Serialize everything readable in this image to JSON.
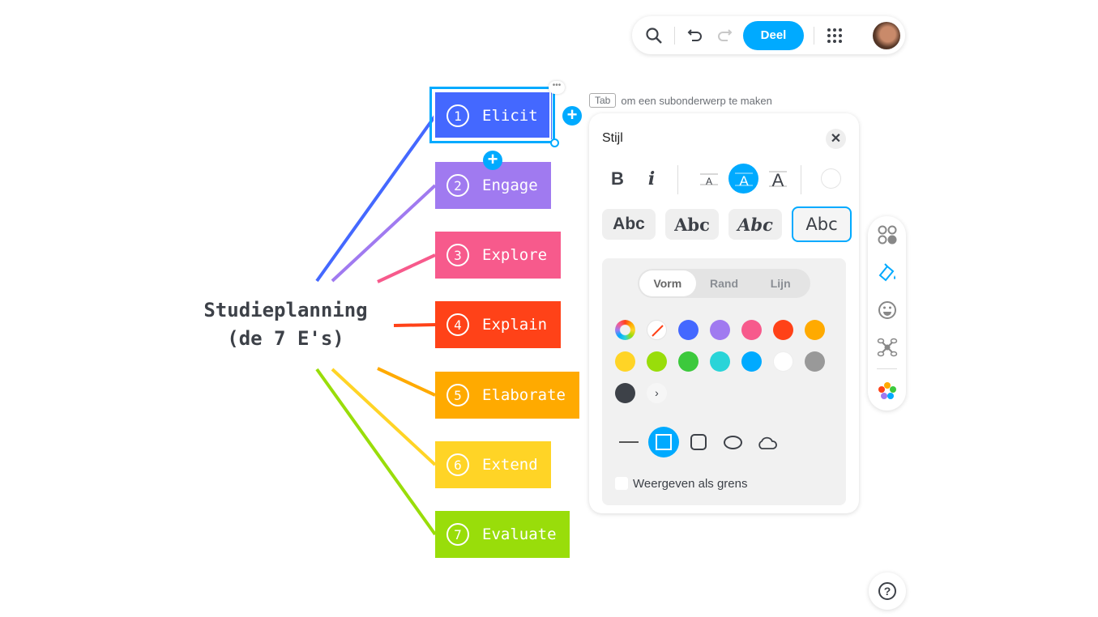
{
  "toolbar": {
    "share_label": "Deel",
    "icons": [
      "search-icon",
      "undo-icon",
      "redo-icon",
      "apps-grid-icon",
      "avatar"
    ]
  },
  "map": {
    "center": {
      "line1": "Studieplanning",
      "line2": "(de 7 E's)"
    },
    "nodes": [
      {
        "num": "1",
        "label": "Elicit",
        "color": "#4468ff"
      },
      {
        "num": "2",
        "label": "Engage",
        "color": "#a07af0"
      },
      {
        "num": "3",
        "label": "Explore",
        "color": "#f75a8c"
      },
      {
        "num": "4",
        "label": "Explain",
        "color": "#ff4218"
      },
      {
        "num": "5",
        "label": "Elaborate",
        "color": "#ffaa00"
      },
      {
        "num": "6",
        "label": "Extend",
        "color": "#ffd426"
      },
      {
        "num": "7",
        "label": "Evaluate",
        "color": "#99dd0a"
      }
    ]
  },
  "hint": {
    "key": "Tab",
    "text": "om een subonderwerp te maken"
  },
  "style_panel": {
    "title": "Stijl",
    "bold": "B",
    "italic": "i",
    "font_sample": "Abc",
    "tabs": [
      "Vorm",
      "Rand",
      "Lijn"
    ],
    "active_tab": "Vorm",
    "colors": [
      "#4468ff",
      "#a07af0",
      "#f75a8c",
      "#ff4218",
      "#ffaa00",
      "#ffd426",
      "#99dd0a",
      "#3cc93c",
      "#2ad4d8",
      "#00aaff",
      "#ffffff",
      "#999999",
      "#3d4148"
    ],
    "checkbox_label": "Weergeven als grens",
    "checkbox_checked": false
  },
  "accent": "#00aaff"
}
